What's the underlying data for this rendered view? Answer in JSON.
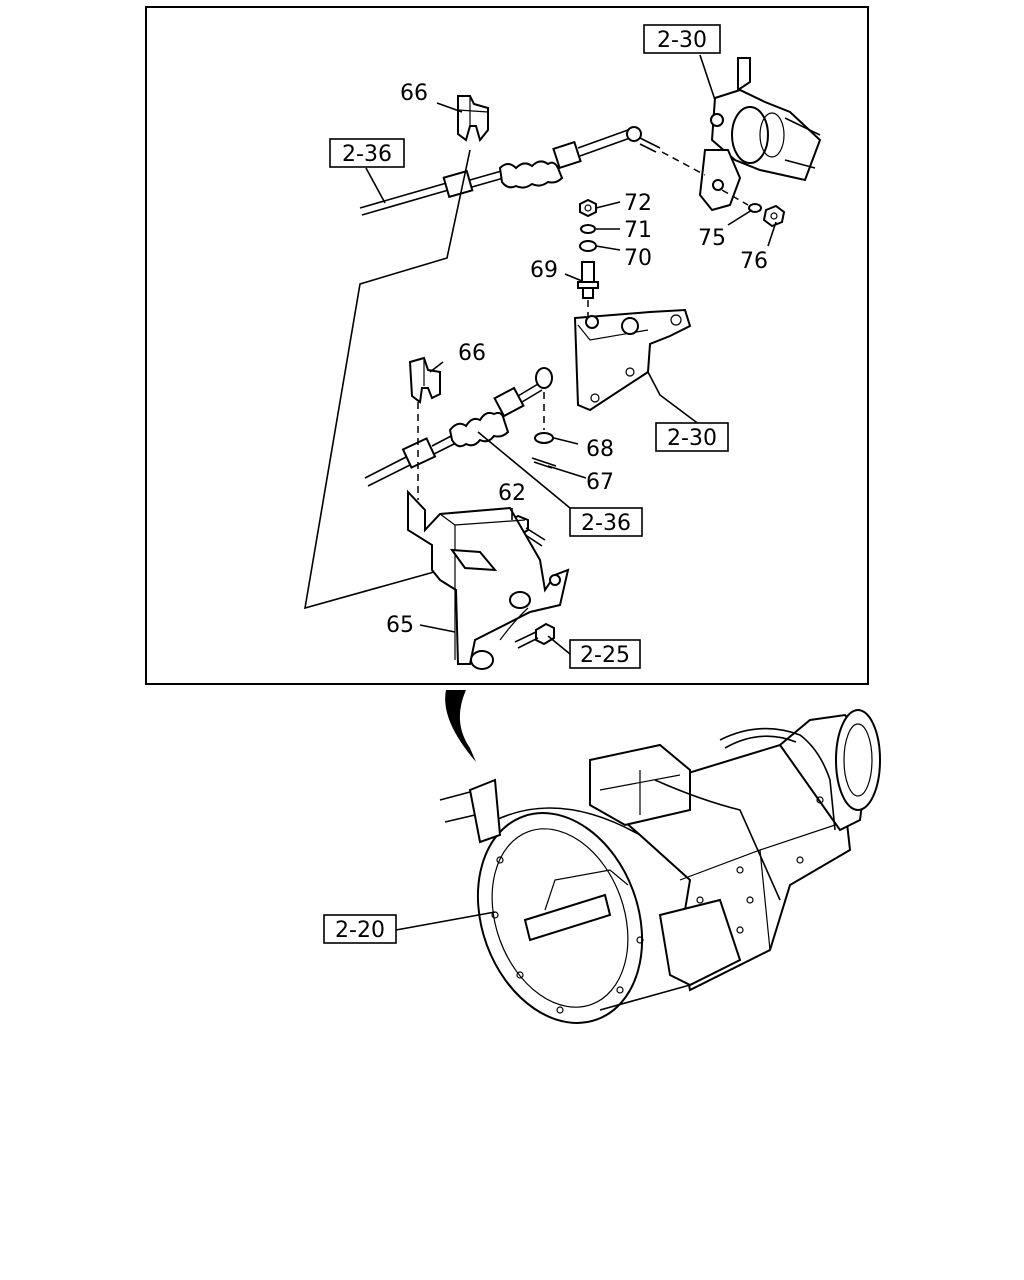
{
  "callouts": {
    "p66a": "66",
    "p66b": "66",
    "p72": "72",
    "p71": "71",
    "p70": "70",
    "p69": "69",
    "p68": "68",
    "p67": "67",
    "p62": "62",
    "p65": "65",
    "p75": "75",
    "p76": "76"
  },
  "references": {
    "r_2_30_top": "2-30",
    "r_2_36_top": "2-36",
    "r_2_30_mid": "2-30",
    "r_2_36_mid": "2-36",
    "r_2_25": "2-25",
    "r_2_20": "2-20"
  }
}
